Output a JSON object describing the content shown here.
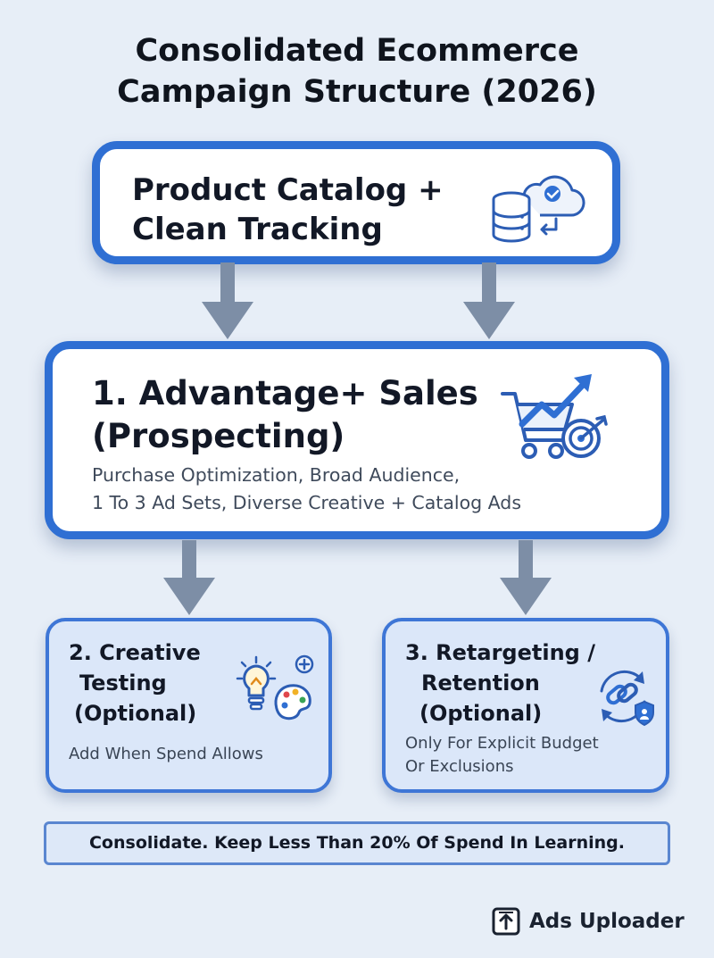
{
  "title": {
    "line1": "Consolidated Ecommerce",
    "line2": "Campaign Structure (2026)"
  },
  "top_box": {
    "title_line1": "Product Catalog +",
    "title_line2": "Clean Tracking",
    "icon": "cloud-database-icon"
  },
  "main_box": {
    "title_line1": "1. Advantage+ Sales",
    "title_line2": "(Prospecting)",
    "desc_line1": "Purchase Optimization, Broad Audience,",
    "desc_line2": "1 To 3 Ad Sets, Diverse Creative + Catalog Ads",
    "icon": "cart-growth-target-icon"
  },
  "creative_box": {
    "title_line1": "2. Creative",
    "title_line2": "Testing",
    "title_line3": "(Optional)",
    "desc": "Add When Spend Allows",
    "icon": "lightbulb-palette-icon"
  },
  "retarget_box": {
    "title_line1": "3. Retargeting /",
    "title_line2": "Retention",
    "title_line3": "(Optional)",
    "desc_line1": "Only For Explicit Budget",
    "desc_line2": "Or Exclusions",
    "icon": "link-cycle-shield-icon"
  },
  "banner": {
    "text": "Consolidate. Keep Less Than 20% Of Spend In Learning."
  },
  "brand": {
    "name": "Ads Uploader",
    "icon": "upload-icon"
  },
  "colors": {
    "background": "#e7eef7",
    "primary_blue": "#2f6fd3",
    "sub_box_fill": "#dbe7f9",
    "arrow_gray": "#7d8ea6",
    "text_dark": "#121826"
  }
}
